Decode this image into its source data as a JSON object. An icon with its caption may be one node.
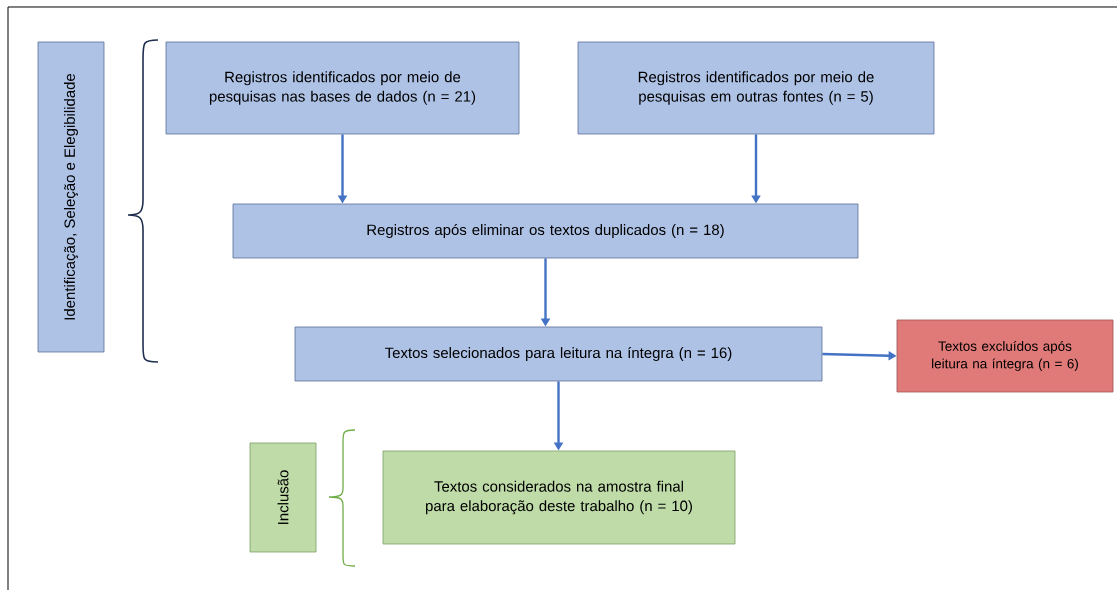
{
  "diagram": {
    "nodes": [
      {
        "text": [
          "Identificação, Seleção e Elegibilidade"
        ]
      },
      {
        "text": [
          "Registros identificados por meio de pesquisas nas bases de dados (n = 21)"
        ]
      },
      {
        "text": [
          "Registros identificados por meio de pesquisas em outras fontes (n = 5)"
        ]
      },
      {
        "text": [
          "Registros após eliminar os textos duplicados (n = 18)"
        ]
      },
      {
        "text": [
          "Textos selecionados para leitura na íntegra (n = 16)"
        ]
      },
      {
        "text": [
          "Textos excluídos após leitura na íntegra (n = 6)"
        ]
      },
      {
        "text": [
          "Inclusão"
        ]
      },
      {
        "text": [
          "Textos considerados na amostra final para elaboração deste trabalho (n = 10)"
        ]
      }
    ],
    "edges": [
      {
        "from": 1,
        "to": 3,
        "arrow": "to"
      },
      {
        "from": 2,
        "to": 3,
        "arrow": "to"
      },
      {
        "from": 3,
        "to": 4,
        "arrow": "to"
      },
      {
        "from": 4,
        "to": 5,
        "arrow": "to"
      },
      {
        "from": 4,
        "to": 7,
        "arrow": "to"
      }
    ]
  }
}
